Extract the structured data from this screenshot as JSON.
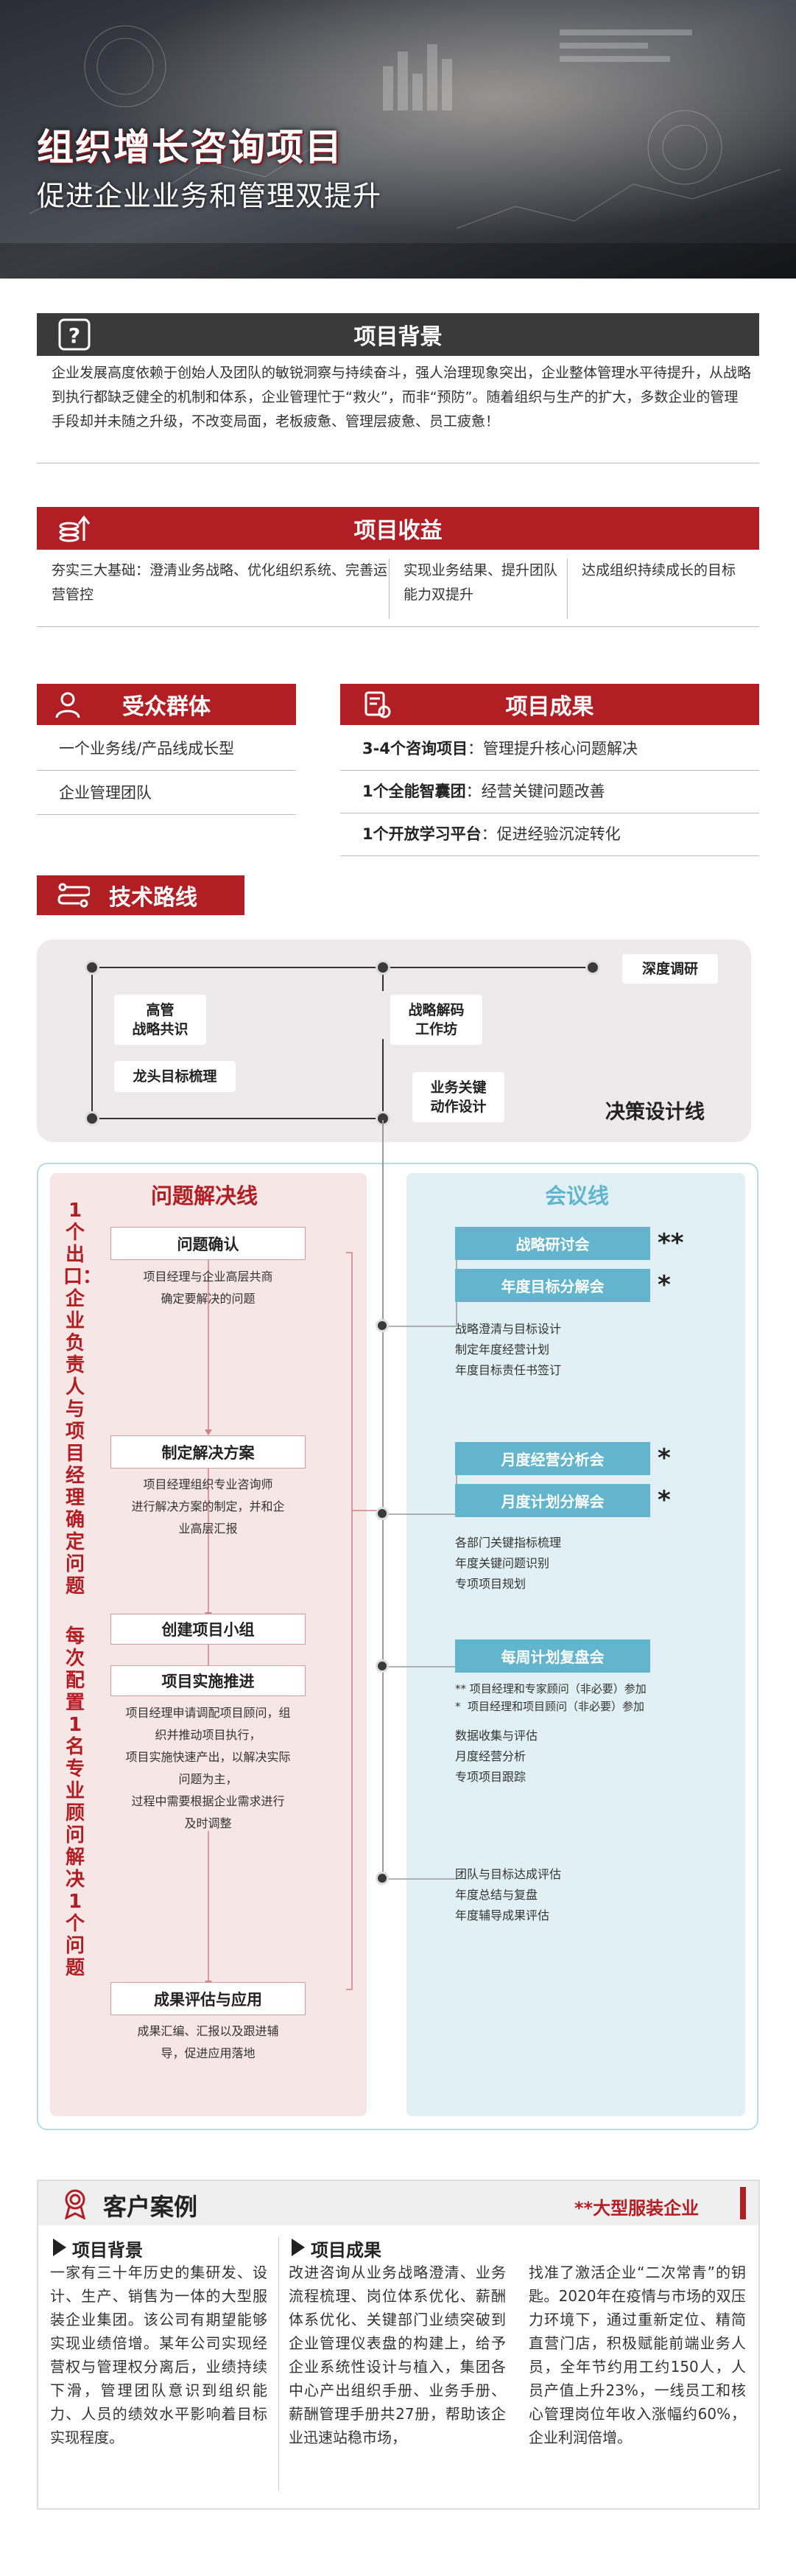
{
  "hero": {
    "title": "组织增长咨询项目",
    "subtitle": "促进企业业务和管理双提升"
  },
  "background": {
    "heading": "项目背景",
    "text": "企业发展高度依赖于创始人及团队的敏锐洞察与持续奋斗，强人治理现象突出，企业整体管理水平待提升，从战略到执行都缺乏健全的机制和体系，企业管理忙于“救火”，而非“预防”。随着组织与生产的扩大，多数企业的管理手段却并未随之升级，不改变局面，老板疲惫、管理层疲惫、员工疲惫！"
  },
  "benefits": {
    "heading": "项目收益",
    "items": [
      "夯实三大基础：澄清业务战略、优化组织系统、完善运营管控",
      "实现业务结果、提升团队能力双提升",
      "达成组织持续成长的目标"
    ]
  },
  "audience": {
    "heading": "受众群体",
    "items": [
      "一个业务线/产品线成长型",
      "企业管理团队"
    ]
  },
  "results": {
    "heading": "项目成果",
    "items": [
      {
        "bold": "3-4个咨询项目",
        "rest": "：管理提升核心问题解决"
      },
      {
        "bold": "1个全能智囊团",
        "rest": "：经营关键问题改善"
      },
      {
        "bold": "1个开放学习平台",
        "rest": "：促进经验沉淀转化"
      }
    ]
  },
  "tech": {
    "heading": "技术路线",
    "decision_line": "决策设计线",
    "boxes": [
      "深度调研",
      "高管\n战略共识",
      "战略解码\n工作坊",
      "龙头目标梳理",
      "业务关键\n动作设计"
    ]
  },
  "problem": {
    "heading": "问题解决线",
    "vertical_left": "1个出口：企业负责人与项目经理确定问题",
    "vertical_right": "每次配置1名专业顾问解决1个问题",
    "steps": [
      {
        "title": "问题确认",
        "note": "项目经理与企业高层共商\n确定要解决的问题"
      },
      {
        "title": "制定解决方案",
        "note": "项目经理组织专业咨询师\n进行解决方案的制定，并和企\n业高层汇报"
      },
      {
        "title": "创建项目小组",
        "note": ""
      },
      {
        "title": "项目实施推进",
        "note": "项目经理申请调配项目顾问，组\n织并推动项目执行，\n项目实施快速产出，以解决实际\n问题为主，\n过程中需要根据企业需求进行\n及时调整"
      },
      {
        "title": "成果评估与应用",
        "note": "成果汇编、汇报以及跟进辅\n导，促进应用落地"
      }
    ]
  },
  "meeting": {
    "heading": "会议线",
    "groups": [
      {
        "buttons": [
          {
            "label": "战略研讨会",
            "star": "**"
          },
          {
            "label": "年度目标分解会",
            "star": "*"
          }
        ],
        "items": [
          "战略澄清与目标设计",
          "制定年度经营计划",
          "年度目标责任书签订"
        ]
      },
      {
        "buttons": [
          {
            "label": "月度经营分析会",
            "star": "*"
          },
          {
            "label": "月度计划分解会",
            "star": "*"
          }
        ],
        "items": [
          "各部门关键指标梳理",
          "年度关键问题识别",
          "专项项目规划"
        ]
      },
      {
        "buttons": [
          {
            "label": "每周计划复盘会",
            "star": ""
          }
        ],
        "notes": [
          "** 项目经理和专家顾问（非必要）参加",
          "*  项目经理和项目顾问（非必要）参加"
        ],
        "items": [
          "数据收集与评估",
          "月度经营分析",
          "专项项目跟踪"
        ]
      },
      {
        "buttons": [],
        "items": [
          "团队与目标达成评估",
          "年度总结与复盘",
          "年度辅导成果评估"
        ]
      }
    ]
  },
  "case": {
    "heading": "客户案例",
    "tag": "**大型服装企业",
    "bg_heading": "项目背景",
    "bg_text": "一家有三十年历史的集研发、设计、生产、销售为一体的大型服装企业集团。该公司有期望能够实现业绩倍增。某年公司实现经营权与管理权分离后，业绩持续下滑，管理团队意识到组织能力、人员的绩效水平影响着目标实现程度。",
    "res_heading": "项目成果",
    "res_text1": "改进咨询从业务战略澄清、业务流程梳理、岗位体系优化、薪酬体系优化、关键部门业绩突破到企业管理仪表盘的构建上，给予企业系统性设计与植入，集团各中心产出组织手册、业务手册、薪酬管理手册共27册，帮助该企业迅速站稳市场，",
    "res_text2": "找准了激活企业“二次常青”的钥匙。2020年在疫情与市场的双压力环境下，通过重新定位、精简直营门店，积极赋能前端业务人员，全年节约用工约150人，人员产值上升23%，一线员工和核心管理岗位年收入涨幅约60%，企业利润倍增。"
  },
  "colors": {
    "accent": "#b11f24",
    "dark": "#3a3a3a",
    "teal": "#62b5cc"
  }
}
